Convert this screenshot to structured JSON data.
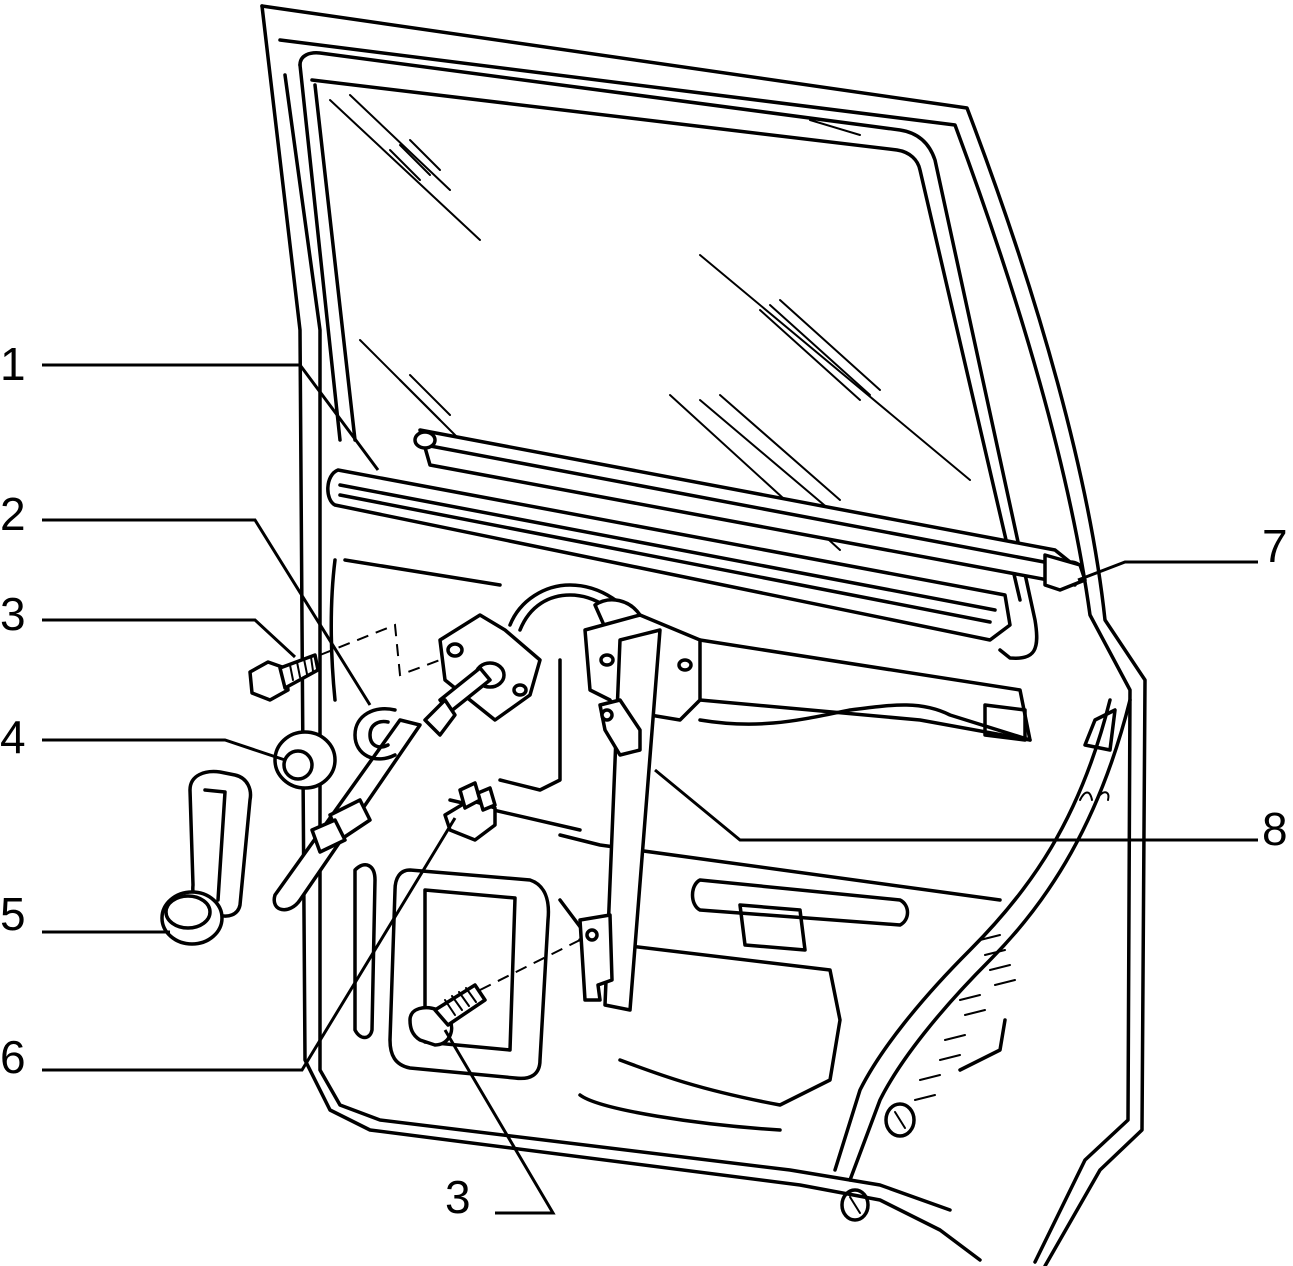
{
  "diagram": {
    "line_color": "#000000",
    "background": "#ffffff",
    "callouts": [
      {
        "id": "label-1",
        "text": "1"
      },
      {
        "id": "label-2",
        "text": "2"
      },
      {
        "id": "label-3-top",
        "text": "3"
      },
      {
        "id": "label-4",
        "text": "4"
      },
      {
        "id": "label-5",
        "text": "5"
      },
      {
        "id": "label-6",
        "text": "6"
      },
      {
        "id": "label-3-bottom",
        "text": "3"
      },
      {
        "id": "label-7",
        "text": "7"
      },
      {
        "id": "label-8",
        "text": "8"
      }
    ]
  }
}
